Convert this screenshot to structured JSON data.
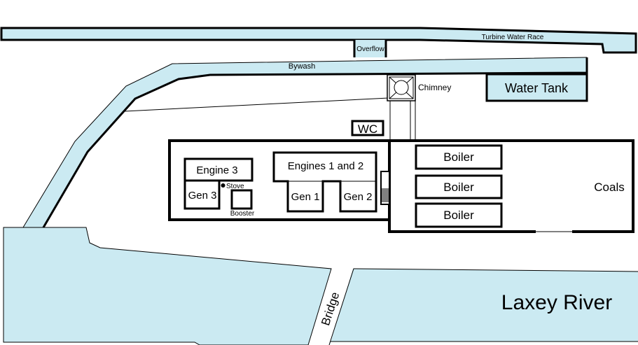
{
  "title": "Laxey mill site plan",
  "colors": {
    "water": "#cbeaf2",
    "ink": "#000000"
  },
  "labels": {
    "turbine_race": "Turbine Water Race",
    "overflow": "Overflow",
    "bywash": "Bywash",
    "chimney": "Chimney",
    "water_tank": "Water Tank",
    "wc": "WC",
    "engine3": "Engine 3",
    "gen3": "Gen 3",
    "stove": "Stove",
    "booster": "Booster",
    "engines12": "Engines 1 and 2",
    "gen1": "Gen 1",
    "gen2": "Gen 2",
    "boilers": [
      "Boiler",
      "Boiler",
      "Boiler"
    ],
    "coals": "Coals",
    "bridge": "Bridge",
    "river": "Laxey River"
  }
}
